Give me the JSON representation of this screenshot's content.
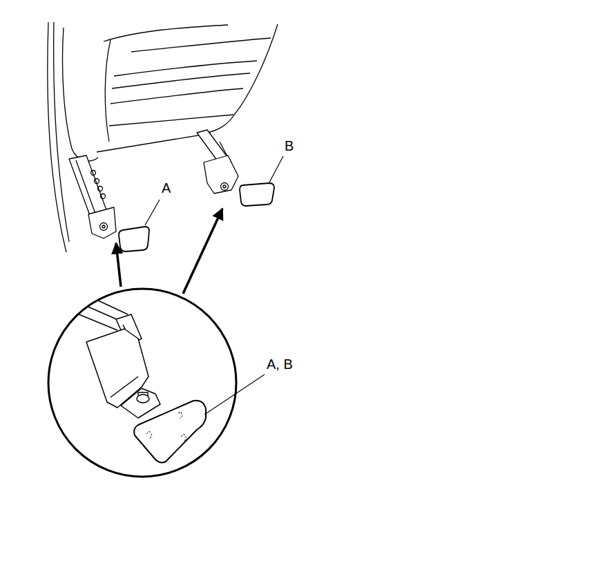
{
  "diagram": {
    "labels": [
      "A",
      "B",
      "A, B"
    ]
  }
}
